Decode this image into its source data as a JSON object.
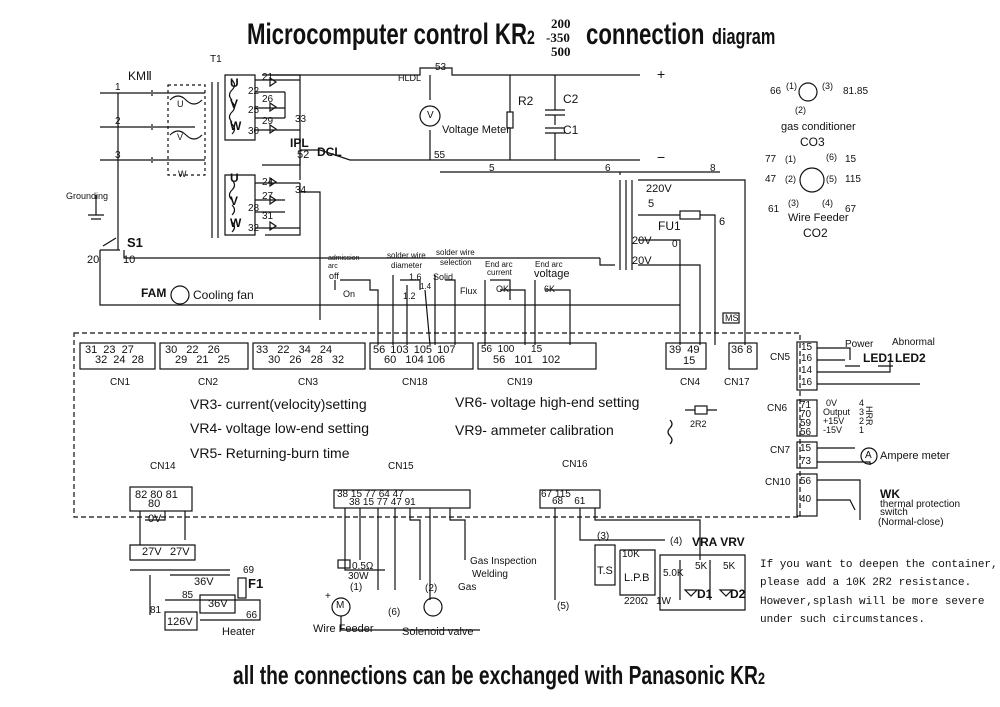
{
  "title": {
    "main": "Microcomputer control KR",
    "sub2": "2",
    "models": [
      "200",
      "-350",
      "500"
    ],
    "conn": "connection",
    "diag": "diagram"
  },
  "footer": {
    "text": "all the connections can be exchanged with Panasonic KR",
    "sub2": "2"
  },
  "power": {
    "kmii": "KMⅡ",
    "t1": "T1",
    "in": [
      "1",
      "2",
      "3"
    ],
    "grounding": "Grounding",
    "s1": "S1",
    "s1a": "20",
    "s1b": "10",
    "fam": "FAM",
    "cooling": "Cooling fan"
  },
  "transformer": {
    "upper": [
      "U",
      "V",
      "W"
    ],
    "upper_uvw": [
      "U",
      "V",
      "W"
    ],
    "upper_nums": [
      "21",
      "22",
      "26",
      "25",
      "29",
      "30"
    ],
    "lower": [
      "U",
      "V",
      "W"
    ],
    "lower_nums": [
      "24",
      "27",
      "28",
      "31",
      "32"
    ],
    "n33": "33",
    "n34": "34",
    "ipl": "IPL",
    "n52": "52",
    "dcl": "DCL"
  },
  "output": {
    "n53": "53",
    "hldl": "HLDL",
    "v": "V",
    "vm": "Voltage Meter",
    "n55": "55",
    "n5": "5",
    "n6": "6",
    "n8": "8",
    "r2": "R2",
    "c2": "C2",
    "c1": "C1",
    "plus": "+",
    "minus": "−"
  },
  "ctrl_tr": {
    "v220": "220V",
    "five": "5",
    "fu1": "FU1",
    "six": "6",
    "v20a": "20V",
    "zero": "0",
    "v20b": "20V",
    "ms": "MS"
  },
  "switches": {
    "adm": "admission",
    "arc": "arc",
    "off": "off",
    "on": "On",
    "sw_dia": "solder wire",
    "diameter": "diameter",
    "d16": "1.6",
    "d12": "1.2",
    "d14": "1.4",
    "sel": "solder wire",
    "selection": "selection",
    "solid": "Solid",
    "flux": "Flux",
    "endarc": "End arc",
    "current": "current",
    "ok": "OK",
    "endarcv": "End arc",
    "voltage": "voltage",
    "k6": "6K"
  },
  "cn": {
    "cn1": {
      "label": "CN1",
      "top": "31 23 27",
      "bot": "32 24 28"
    },
    "cn2": {
      "label": "CN2",
      "top": "30 22 26",
      "bot": "29 21 25"
    },
    "cn3": {
      "label": "CN3",
      "top": "33 22 34 24",
      "bot": "30 26 28 32"
    },
    "cn18": {
      "label": "CN18",
      "top": "56 103 105 107",
      "bot": "60   104 106"
    },
    "cn19": {
      "label": "CN19",
      "top": "56  100      15",
      "bot": "56   101   102"
    },
    "cn4": {
      "label": "CN4",
      "top": "39 49",
      "bot": "15"
    },
    "cn17": {
      "label": "CN17",
      "top": "36 8"
    }
  },
  "vr": [
    "VR3- current(velocity)setting",
    "VR4- voltage low-end setting",
    "VR5- Returning-burn time",
    "VR6- voltage high-end setting",
    "VR9- ammeter calibration"
  ],
  "r2r2": "2R2",
  "right": {
    "gas": {
      "l66": "66",
      "p1": "(1)",
      "p3": "(3)",
      "r": "81.85",
      "p2": "(2)",
      "name": "gas conditioner",
      "co3": "CO3"
    },
    "wf": {
      "l77": "77",
      "p1": "(1)",
      "p6": "(6)",
      "r15": "15",
      "l47": "47",
      "p2": "(2)",
      "p5": "(5)",
      "r115": "115",
      "l61": "61",
      "p3": "(3)",
      "p4": "(4)",
      "r67": "67",
      "name": "Wire Feeder",
      "co2": "CO2"
    },
    "cn5": {
      "label": "CN5",
      "pins": [
        "15",
        "16",
        "14",
        "16"
      ],
      "power": "Power",
      "abnormal": "Abnormal",
      "led1": "LED1",
      "led2": "LED2"
    },
    "cn6": {
      "label": "CN6",
      "pins": [
        "71",
        "70",
        "59",
        "56"
      ],
      "v0": "0V",
      "out": "Output",
      "p15": "+15V",
      "m15": "-15V",
      "rt": [
        "4",
        "3",
        "2",
        "1"
      ],
      "hrr": "HRR"
    },
    "cn7": {
      "label": "CN7",
      "pins": [
        "15",
        "73"
      ],
      "a": "A",
      "am": "Ampere meter"
    },
    "cn10": {
      "label": "CN10",
      "pins": [
        "56",
        "40"
      ],
      "wk": "WK",
      "tp": "thermal protection",
      "sw": "switch",
      "nc": "(Normal-close)"
    }
  },
  "cn14": {
    "label": "CN14",
    "pins": "82 80 81",
    "p80": "80",
    "ov": "0V",
    "v27a": "27V",
    "v27b": "27V",
    "v36a": "36V",
    "n69": "69",
    "f1": "F1",
    "n85": "85",
    "v36b": "36V",
    "n81": "81",
    "v126": "126V",
    "n66": "66",
    "heater": "Heater"
  },
  "cn15": {
    "label": "CN15",
    "top": "38 15 77 64 47",
    "bot": "38 15 77 47 91",
    "r05": "0.5Ω",
    "w30": "30W",
    "p1": "(1)",
    "p2": "(2)",
    "p6": "(6)",
    "m": "M",
    "wf": "Wire Feeder",
    "sv": "Solenoid valve",
    "gi": "Gas Inspection",
    "welding": "Welding",
    "gas": "Gas",
    "plus": "+",
    "minus": "−"
  },
  "cn16": {
    "label": "CN16",
    "top": "67 115",
    "bot": "68    61",
    "p3": "(3)",
    "p4": "(4)",
    "p5": "(5)",
    "k10": "10K",
    "ts": "T.S",
    "lpb": "L.P.B",
    "r220": "220Ω",
    "w1": "1W",
    "vra": "VRA VRV",
    "k50": "5.0K",
    "k5a": "5K",
    "k5b": "5K",
    "d1": "D1",
    "d2": "D2"
  },
  "note": [
    "If you want to deepen the container,",
    "please add a 10K 2R2 resistance.",
    "However,splash will be more severe",
    "under such circumstances."
  ]
}
